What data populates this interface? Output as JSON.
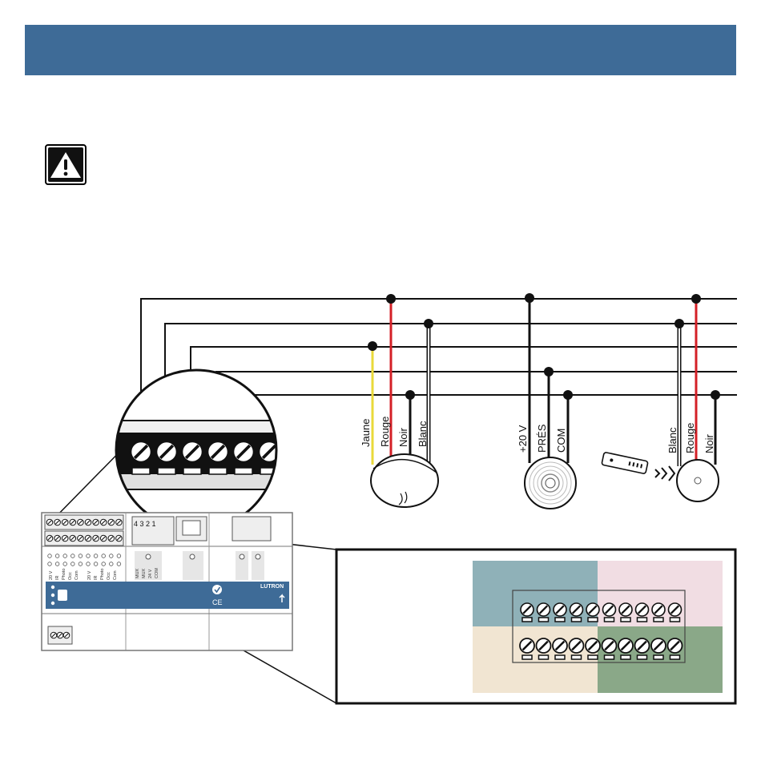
{
  "header": {
    "color": "#3e6b97"
  },
  "warning": {
    "icon": "warning-triangle-icon"
  },
  "wire_colors": {
    "black": "#111111",
    "red": "#d42027",
    "yellow": "#e9d93a",
    "white": "#ffffff"
  },
  "sensor_wall": {
    "labels": [
      "Jaune",
      "Rouge",
      "Noir",
      "Blanc"
    ]
  },
  "sensor_ceiling": {
    "labels": [
      "+20 V",
      "PRÉS",
      "COM"
    ]
  },
  "sensor_ir": {
    "labels": [
      "Blanc",
      "Rouge",
      "Noir"
    ]
  },
  "module": {
    "brand": "LUTRON",
    "ce_mark": "CE",
    "input_numbers": "4 3 2 1",
    "terminal_labels_a": [
      "20 V",
      "IR",
      "Photo",
      "Occ",
      "Com"
    ],
    "terminal_labels_b": [
      "20 V",
      "IR",
      "Photo",
      "Occ",
      "Com"
    ],
    "port_labels": [
      "MUX",
      "MUX",
      "24 V",
      "COM"
    ]
  },
  "zoom_panel": {
    "quadrant_colors": [
      "#8fb1b8",
      "#f1dde3",
      "#f1e5d2",
      "#8aa888"
    ]
  }
}
